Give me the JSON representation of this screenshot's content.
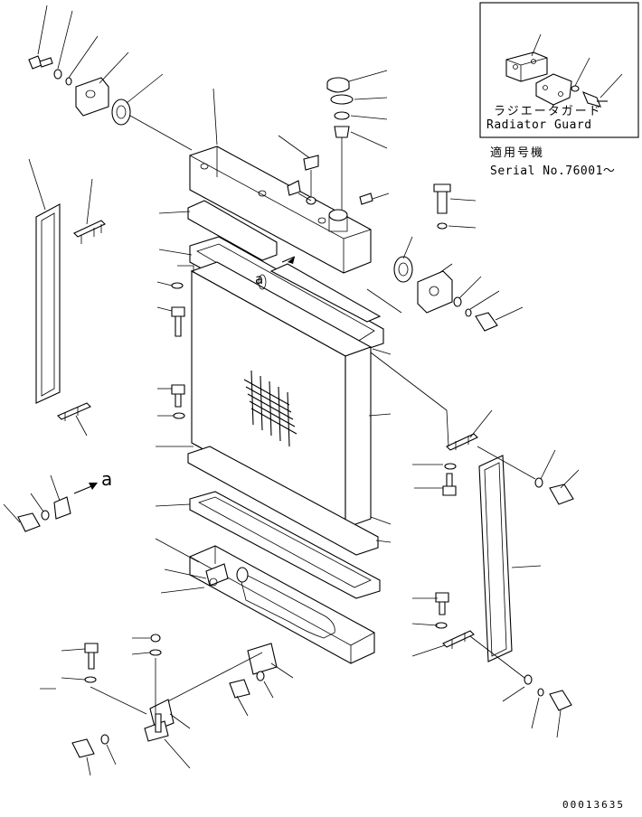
{
  "inset": {
    "title_jp": "ラジエータガード",
    "title_en": "Radiator Guard"
  },
  "serial": {
    "label_jp": "適用号機",
    "value": "Serial No.76001～"
  },
  "drawing_number": "00013635",
  "view_marker": "a",
  "view_marker_2": "a"
}
